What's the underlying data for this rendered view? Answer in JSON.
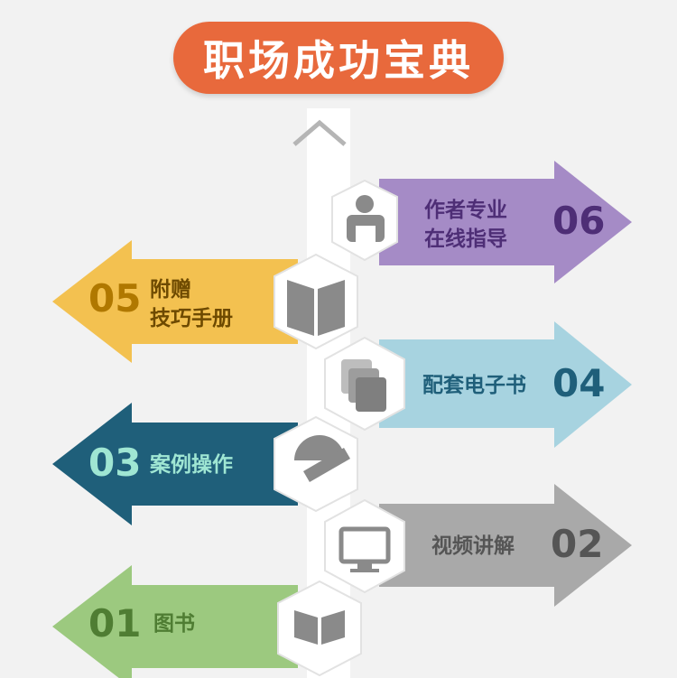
{
  "title": "职场成功宝典",
  "colors": {
    "title_bg": "#e8693c",
    "purple": "#a58bc6",
    "yellow": "#f3c150",
    "light_blue": "#a7d3e0",
    "teal": "#1f5f7a",
    "gray": "#a9a9a9",
    "green": "#9cc97f"
  },
  "items": [
    {
      "num": "06",
      "line1": "作者专业",
      "line2": "在线指导",
      "icon": "teacher-icon"
    },
    {
      "num": "05",
      "line1": "附赠",
      "line2": "技巧手册",
      "icon": "open-book-icon"
    },
    {
      "num": "04",
      "line1": "配套电子书",
      "line2": "",
      "icon": "ebook-stack-icon"
    },
    {
      "num": "03",
      "line1": "案例操作",
      "line2": "",
      "icon": "ruler-protractor-icon"
    },
    {
      "num": "02",
      "line1": "视频讲解",
      "line2": "",
      "icon": "monitor-icon"
    },
    {
      "num": "01",
      "line1": "图书",
      "line2": "",
      "icon": "book-icon"
    }
  ]
}
